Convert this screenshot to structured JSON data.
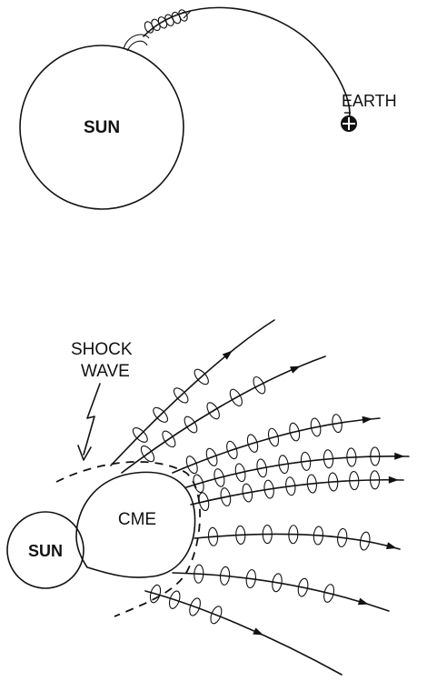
{
  "top_diagram": {
    "sun_label": "SUN",
    "earth_label": "EARTH"
  },
  "bottom_diagram": {
    "shock_label_line1": "SHOCK",
    "shock_label_line2": "WAVE",
    "cme_label": "CME",
    "sun_label": "SUN"
  },
  "colors": {
    "ink": "#111111",
    "background": "#ffffff"
  }
}
